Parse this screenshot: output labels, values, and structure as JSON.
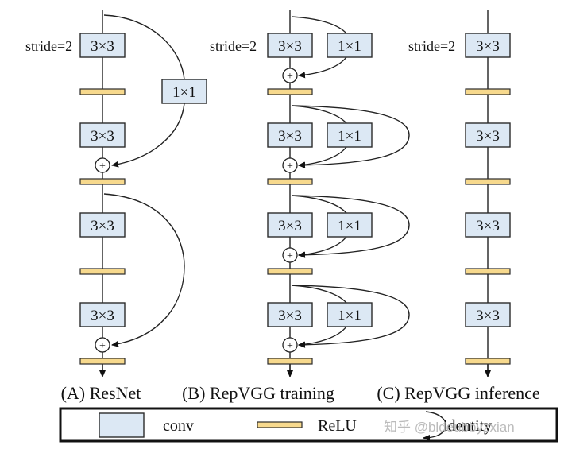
{
  "figure": {
    "columns": [
      {
        "id": "A",
        "caption": "(A) ResNet",
        "stride_label": "stride=2",
        "conv_label": "3×3",
        "branch_label": "1×1",
        "blocks": 4
      },
      {
        "id": "B",
        "caption": "(B) RepVGG training",
        "stride_label": "stride=2",
        "conv_label": "3×3",
        "branch_label": "1×1",
        "blocks": 4
      },
      {
        "id": "C",
        "caption": "(C) RepVGG inference",
        "stride_label": "stride=2",
        "conv_label": "3×3",
        "blocks": 4
      }
    ],
    "plus_symbol": "+",
    "legend": {
      "conv": "conv",
      "relu": "ReLU",
      "identity": "identity"
    },
    "watermark": "知乎 @bldeubbyzxian",
    "colors": {
      "conv_fill": "#dce8f4",
      "relu_fill": "#f7d98d",
      "stroke": "#222222"
    }
  }
}
